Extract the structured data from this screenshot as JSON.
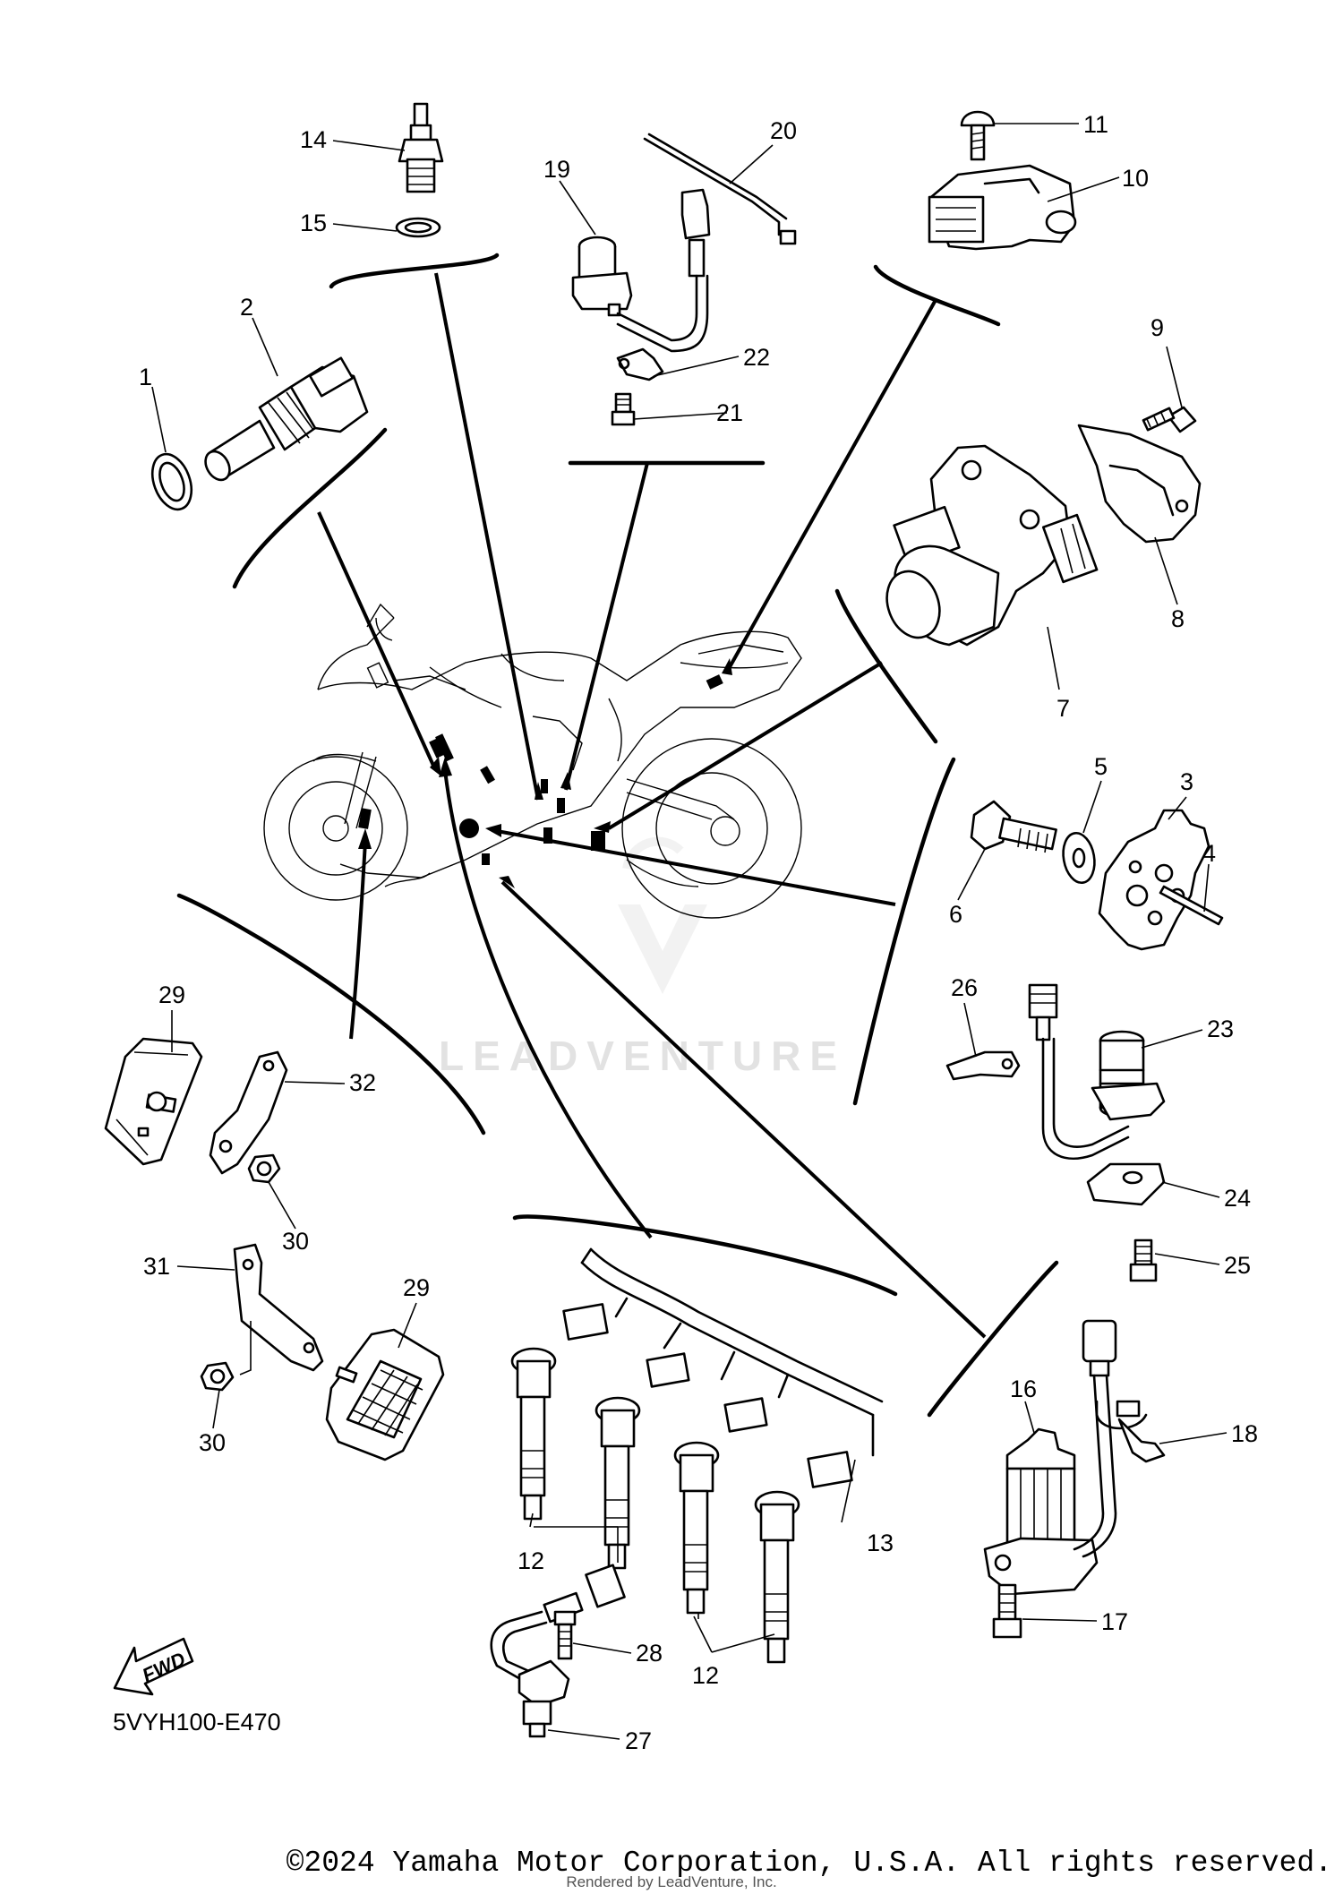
{
  "diagram": {
    "code": "5VYH100-E470",
    "fwd_label": "FWD",
    "watermark": "LEADVENTURE",
    "copyright": "©2024 Yamaha Motor Corporation, U.S.A. All rights reserved.",
    "rendered_by": "Rendered by LeadVenture, Inc.",
    "callouts": [
      "1",
      "2",
      "3",
      "4",
      "5",
      "6",
      "7",
      "8",
      "9",
      "10",
      "11",
      "12",
      "12",
      "12",
      "13",
      "14",
      "15",
      "16",
      "17",
      "18",
      "19",
      "20",
      "21",
      "22",
      "23",
      "24",
      "25",
      "26",
      "27",
      "28",
      "29",
      "29",
      "30",
      "30",
      "31",
      "32"
    ]
  }
}
